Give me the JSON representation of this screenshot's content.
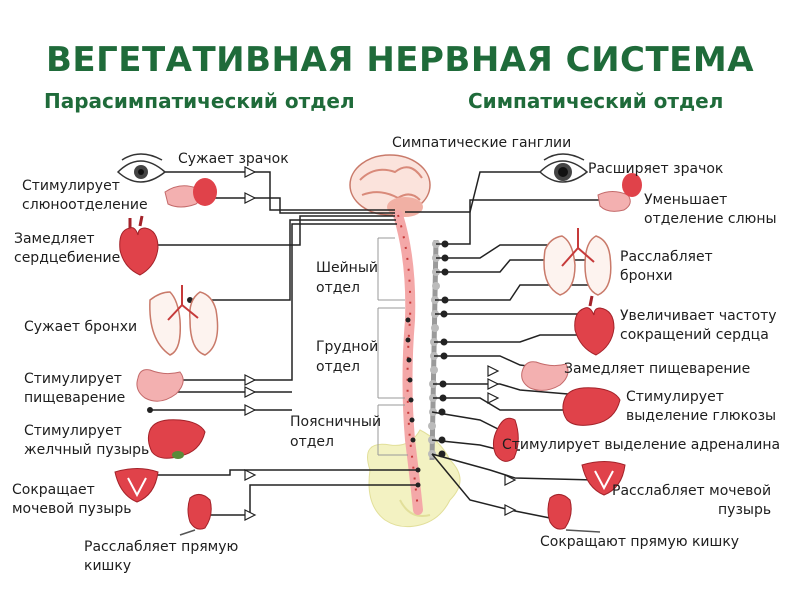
{
  "title": "ВЕГЕТАТИВНАЯ НЕРВНАЯ СИСТЕМА",
  "subtitles": {
    "parasympathetic": "Парасимпатический отдел",
    "sympathetic": "Симпатический отдел"
  },
  "ganglia_label": "Симпатические ганглии",
  "regions": {
    "cervical": "Шейный\nотдел",
    "thoracic": "Грудной\nотдел",
    "lumbar": "Поясничный\nотдел"
  },
  "parasympathetic_effects": [
    "Сужает зрачок",
    "Стимулирует\nслюноотделение",
    "Замедляет\nсердцебиение",
    "Сужает бронхи",
    "Стимулирует\nпищеварение",
    "Стимулирует\nжелчный пузырь",
    "Сокращает\nмочевой пузырь",
    "Расслабляет прямую\nкишку"
  ],
  "sympathetic_effects": [
    "Расширяет зрачок",
    "Уменьшает\nотделение слюны",
    "Расслабляет\nбронхи",
    "Увеличивает частоту\nсокращений сердца",
    "Замедляет пищеварение",
    "Стимулирует\nвыделение глюкозы",
    "Стимулирует выделение адреналина",
    "Расслабляет мочевой\nпузырь",
    "Сокращают прямую кишку"
  ],
  "colors": {
    "title_green": "#1f6b3a",
    "organ_red": "#e0424a",
    "spinal_pink": "#f4a8a8",
    "ganglia_gray": "#9a9a9a",
    "nerve_line": "#222222",
    "pelvis_yellow": "#f3f2c2"
  },
  "icons": [
    "eye-icon",
    "brain-icon",
    "lungs-icon",
    "heart-icon",
    "stomach-icon",
    "liver-icon",
    "adrenal-icon",
    "bladder-icon",
    "intestine-icon",
    "salivary-gland-icon",
    "pelvis-icon"
  ]
}
